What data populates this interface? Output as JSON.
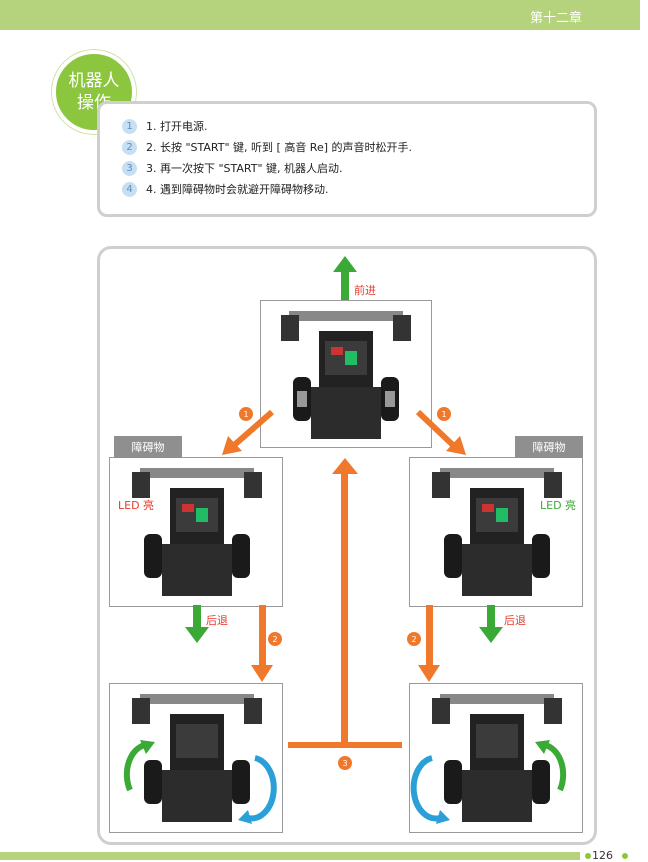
{
  "header": {
    "chapter": "第十二章"
  },
  "badge": {
    "line1": "机器人",
    "line2": "操作"
  },
  "steps": [
    {
      "num": "1",
      "text": "1. 打开电源."
    },
    {
      "num": "2",
      "text": "2. 长按 \"START\" 键, 听到 [ 高音 Re] 的声音时松开手."
    },
    {
      "num": "3",
      "text": "3. 再一次按下 \"START\" 键, 机器人启动."
    },
    {
      "num": "4",
      "text": "4. 遇到障碍物时会就避开障碍物移动."
    }
  ],
  "diagram": {
    "forward": "前进",
    "obstacle_left": "障碍物",
    "obstacle_right": "障碍物",
    "led_left": "LED 亮",
    "led_right": "LED 亮",
    "back_left": "后退",
    "back_right": "后退",
    "seq1": "1",
    "seq2": "2",
    "seq3": "3"
  },
  "colors": {
    "green": "#3aa935",
    "orange": "#f0782b",
    "blue": "#2a9fd8",
    "red_led": "#e53b2c",
    "green_led": "#3aa935"
  },
  "footer": {
    "page": "126"
  }
}
